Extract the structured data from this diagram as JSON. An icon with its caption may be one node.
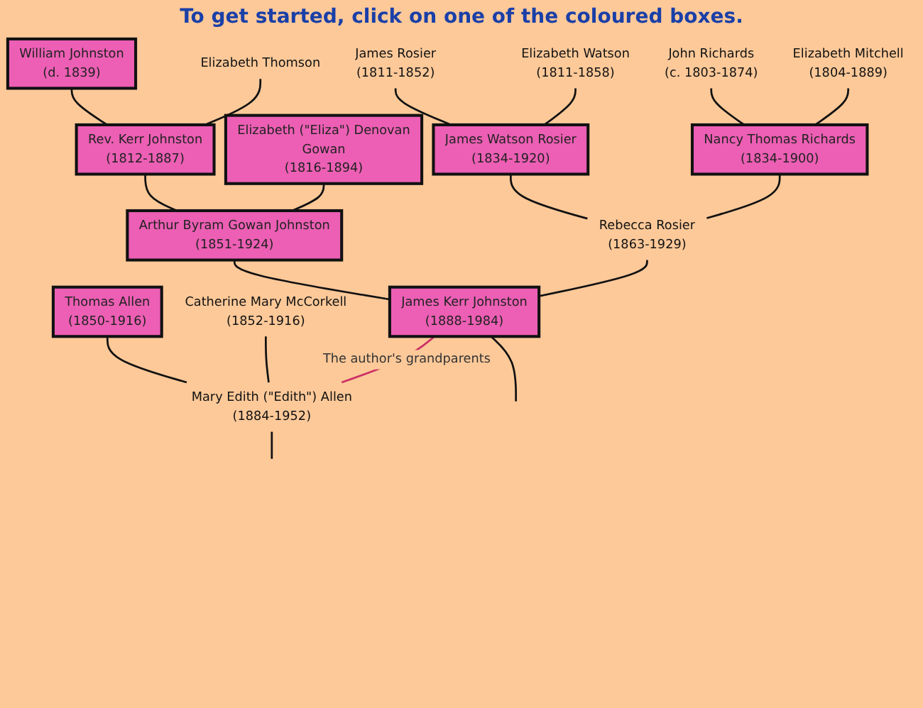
{
  "diagram": {
    "title": "To get started, click on one of the coloured boxes.",
    "nodes": [
      {
        "text": [
          "William Johnston",
          "(d. 1839)"
        ]
      },
      {
        "text": [
          "Elizabeth Thomson"
        ]
      },
      {
        "text": [
          "James Rosier",
          "(1811-1852)"
        ]
      },
      {
        "text": [
          "Elizabeth Watson",
          "(1811-1858)"
        ]
      },
      {
        "text": [
          "John Richards",
          "(c. 1803-1874)"
        ]
      },
      {
        "text": [
          "Elizabeth Mitchell",
          "(1804-1889)"
        ]
      },
      {
        "text": [
          "Rev. Kerr Johnston",
          "(1812-1887)"
        ]
      },
      {
        "text": [
          "Elizabeth (\"Eliza\") Denovan",
          "Gowan",
          "(1816-1894)"
        ]
      },
      {
        "text": [
          "James Watson Rosier",
          "(1834-1920)"
        ]
      },
      {
        "text": [
          "Nancy Thomas Richards",
          "(1834-1900)"
        ]
      },
      {
        "text": [
          "Arthur Byram Gowan Johnston",
          "(1851-1924)"
        ]
      },
      {
        "text": [
          "Rebecca Rosier",
          "(1863-1929)"
        ]
      },
      {
        "text": [
          "Thomas Allen",
          "(1850-1916)"
        ]
      },
      {
        "text": [
          "Catherine Mary McCorkell",
          "(1852-1916)"
        ]
      },
      {
        "text": [
          "James Kerr Johnston",
          "(1888-1984)"
        ]
      },
      {
        "text": [
          "Mary Edith (\"Edith\") Allen",
          "(1884-1952)"
        ]
      }
    ],
    "edges": [
      {
        "from": 0,
        "to": 6,
        "arrow": "none"
      },
      {
        "from": 1,
        "to": 6,
        "arrow": "none"
      },
      {
        "from": 2,
        "to": 8,
        "arrow": "none"
      },
      {
        "from": 3,
        "to": 8,
        "arrow": "none"
      },
      {
        "from": 4,
        "to": 9,
        "arrow": "none"
      },
      {
        "from": 5,
        "to": 9,
        "arrow": "none"
      },
      {
        "from": 6,
        "to": 10,
        "arrow": "none"
      },
      {
        "from": 7,
        "to": 10,
        "arrow": "none"
      },
      {
        "from": 8,
        "to": 11,
        "arrow": "none"
      },
      {
        "from": 9,
        "to": 11,
        "arrow": "none"
      },
      {
        "from": 10,
        "to": 14,
        "arrow": "none"
      },
      {
        "from": 11,
        "to": 14,
        "arrow": "none"
      },
      {
        "from": 12,
        "to": 15,
        "arrow": "none"
      },
      {
        "from": 13,
        "to": 15,
        "arrow": "none"
      },
      {
        "from": 14,
        "to": 15,
        "arrow": "none",
        "label": "The author's grandparents",
        "color": "#cc3366"
      },
      {
        "from": 14,
        "to": null,
        "arrow": "none"
      },
      {
        "from": 15,
        "to": null,
        "arrow": "none"
      }
    ]
  }
}
